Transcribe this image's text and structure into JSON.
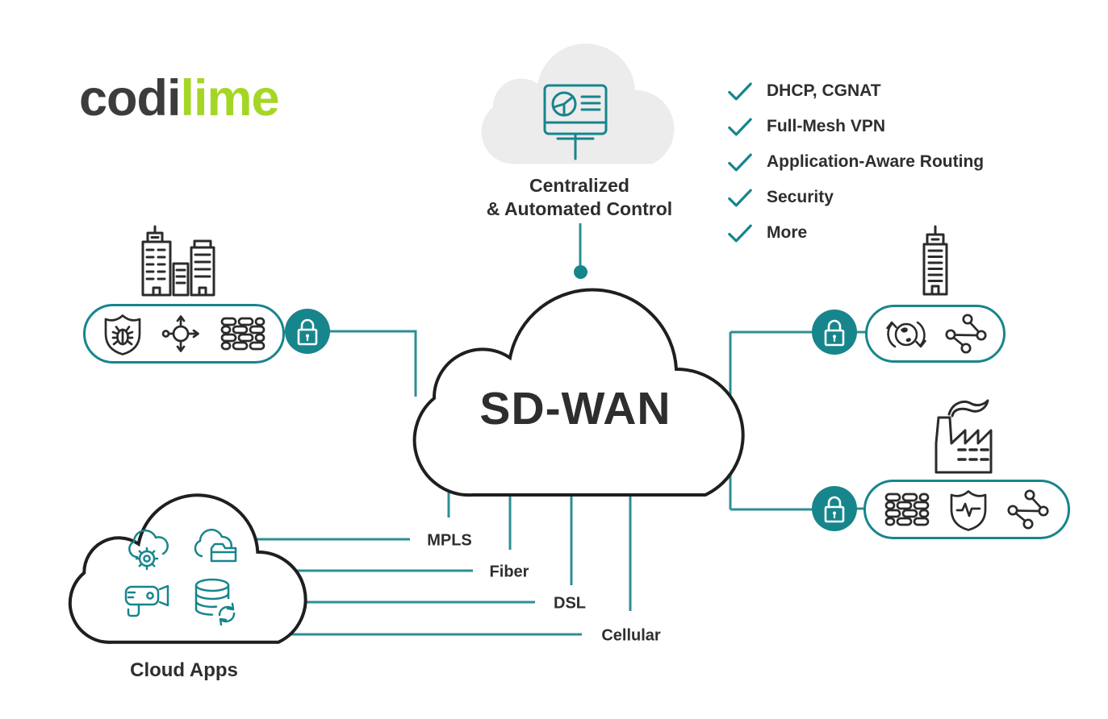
{
  "colors": {
    "teal": "#17858C",
    "teal_line": "#2D8E95",
    "dark_icon": "#2B2B2B",
    "text_dark": "#2E2E2E",
    "lime": "#A5D626",
    "logo_gray": "#3C3C3C",
    "cloud_gray": "#ECECEC",
    "cloud_stroke": "#1F1F1F"
  },
  "logo": {
    "prefix": "codi",
    "suffix": "lime"
  },
  "control": {
    "line1": "Centralized",
    "line2": "& Automated Control",
    "icon": "dashboard-monitor-icon"
  },
  "features": {
    "items": [
      {
        "label": "DHCP, CGNAT"
      },
      {
        "label": "Full-Mesh VPN"
      },
      {
        "label": "Application-Aware Routing"
      },
      {
        "label": "Security"
      },
      {
        "label": "More"
      }
    ]
  },
  "core": {
    "label": "SD-WAN"
  },
  "transports": {
    "items": [
      {
        "label": "MPLS"
      },
      {
        "label": "Fiber"
      },
      {
        "label": "DSL"
      },
      {
        "label": "Cellular"
      }
    ]
  },
  "cloud_apps": {
    "label": "Cloud Apps",
    "icons": [
      "cloud-gear-icon",
      "cloud-folder-icon",
      "cctv-camera-icon",
      "database-sync-icon"
    ]
  },
  "sites": {
    "branch_left": {
      "icons": [
        "shield-bug-icon",
        "load-balancer-icon",
        "firewall-bricks-icon"
      ],
      "badge": "lock-icon",
      "building": "city-buildings-icon"
    },
    "branch_right": {
      "icons": [
        "globe-sync-icon",
        "network-share-icon"
      ],
      "badge": "lock-icon",
      "building": "office-tower-icon"
    },
    "factory": {
      "icons": [
        "firewall-bricks-icon",
        "shield-pulse-icon",
        "network-share-icon"
      ],
      "badge": "lock-icon",
      "building": "factory-icon"
    }
  }
}
